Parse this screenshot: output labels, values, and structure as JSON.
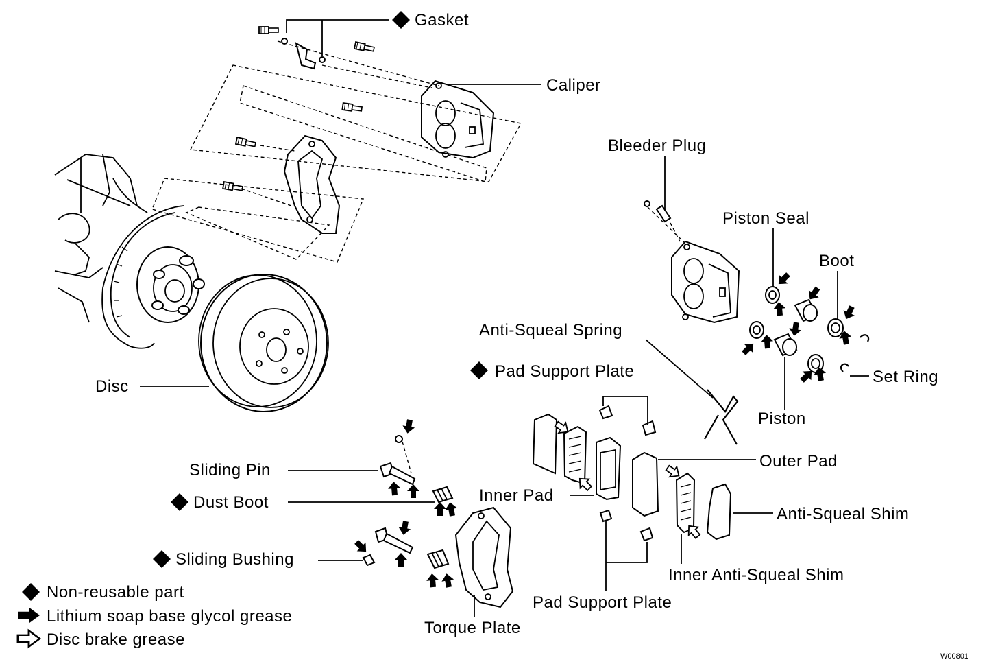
{
  "labels": {
    "gasket": "Gasket",
    "caliper": "Caliper",
    "bleeder_plug": "Bleeder Plug",
    "piston_seal": "Piston Seal",
    "boot": "Boot",
    "anti_squeal_spring": "Anti-Squeal Spring",
    "pad_support_plate_top": "Pad Support Plate",
    "set_ring": "Set Ring",
    "piston": "Piston",
    "disc": "Disc",
    "outer_pad": "Outer Pad",
    "sliding_pin": "Sliding Pin",
    "inner_pad": "Inner Pad",
    "anti_squeal_shim": "Anti-Squeal Shim",
    "dust_boot": "Dust Boot",
    "sliding_bushing": "Sliding Bushing",
    "inner_anti_squeal_shim": "Inner Anti-Squeal Shim",
    "pad_support_plate_bottom": "Pad Support Plate",
    "torque_plate": "Torque Plate"
  },
  "legend": {
    "non_reusable": "Non-reusable part",
    "lithium_grease": "Lithium soap base glycol grease",
    "disc_brake_grease": "Disc brake grease"
  },
  "figure_code": "W00801"
}
